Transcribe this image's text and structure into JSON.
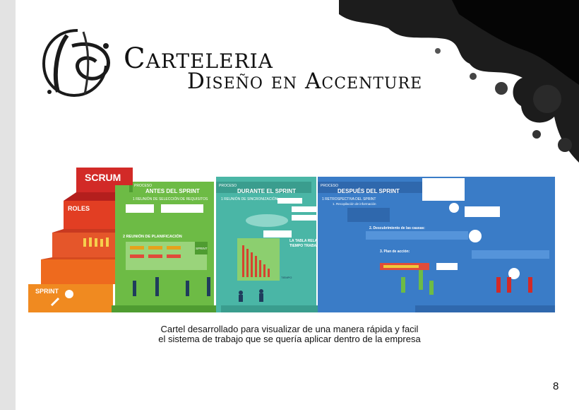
{
  "header": {
    "title_line1": "Carteleria",
    "title_line2": "Diseño en Accenture"
  },
  "poster": {
    "scrum_label": "SCRUM",
    "roles_label": "ROLES",
    "sprint_label": "SPRINT",
    "stage1": {
      "proceso": "PROCESO",
      "title": "ANTES DEL SPRINT",
      "step1": "1 REUNIÓN DE SELECCIÓN DE REQUISITOS",
      "step2": "2 REUNIÓN DE PLANIFICACIÓN",
      "sprint_box": "SPRINT"
    },
    "stage2": {
      "proceso": "PROCESO",
      "title": "DURANTE EL SPRINT",
      "step1": "1 REUNIÓN DE SINCRONIZACIÓN",
      "table_title_1": "LA TABLA RELACIÓN",
      "table_title_2": "TIEMPO TRABAJO",
      "axis_label": "TIEMPO"
    },
    "stage3": {
      "proceso": "PROCESO",
      "title": "DESPUÉS DEL SPRINT",
      "step1": "1 RETROSPECTIVA DEL SPRINT",
      "step1a": "1. Recopilación de información",
      "step2": "2. Descubrimiento de las causas:",
      "step3": "3. Plan de acción:"
    },
    "colors": {
      "scrum_red": "#d22a27",
      "orange": "#ef7d1a",
      "green": "#6dbb45",
      "teal": "#4ab6a6",
      "blue": "#3a7cc7"
    }
  },
  "caption": {
    "line1": "Cartel desarrollado para visualizar de una manera rápida y facil",
    "line2": "el sistema de trabajo que se quería aplicar dentro de la empresa"
  },
  "page_number": "8"
}
